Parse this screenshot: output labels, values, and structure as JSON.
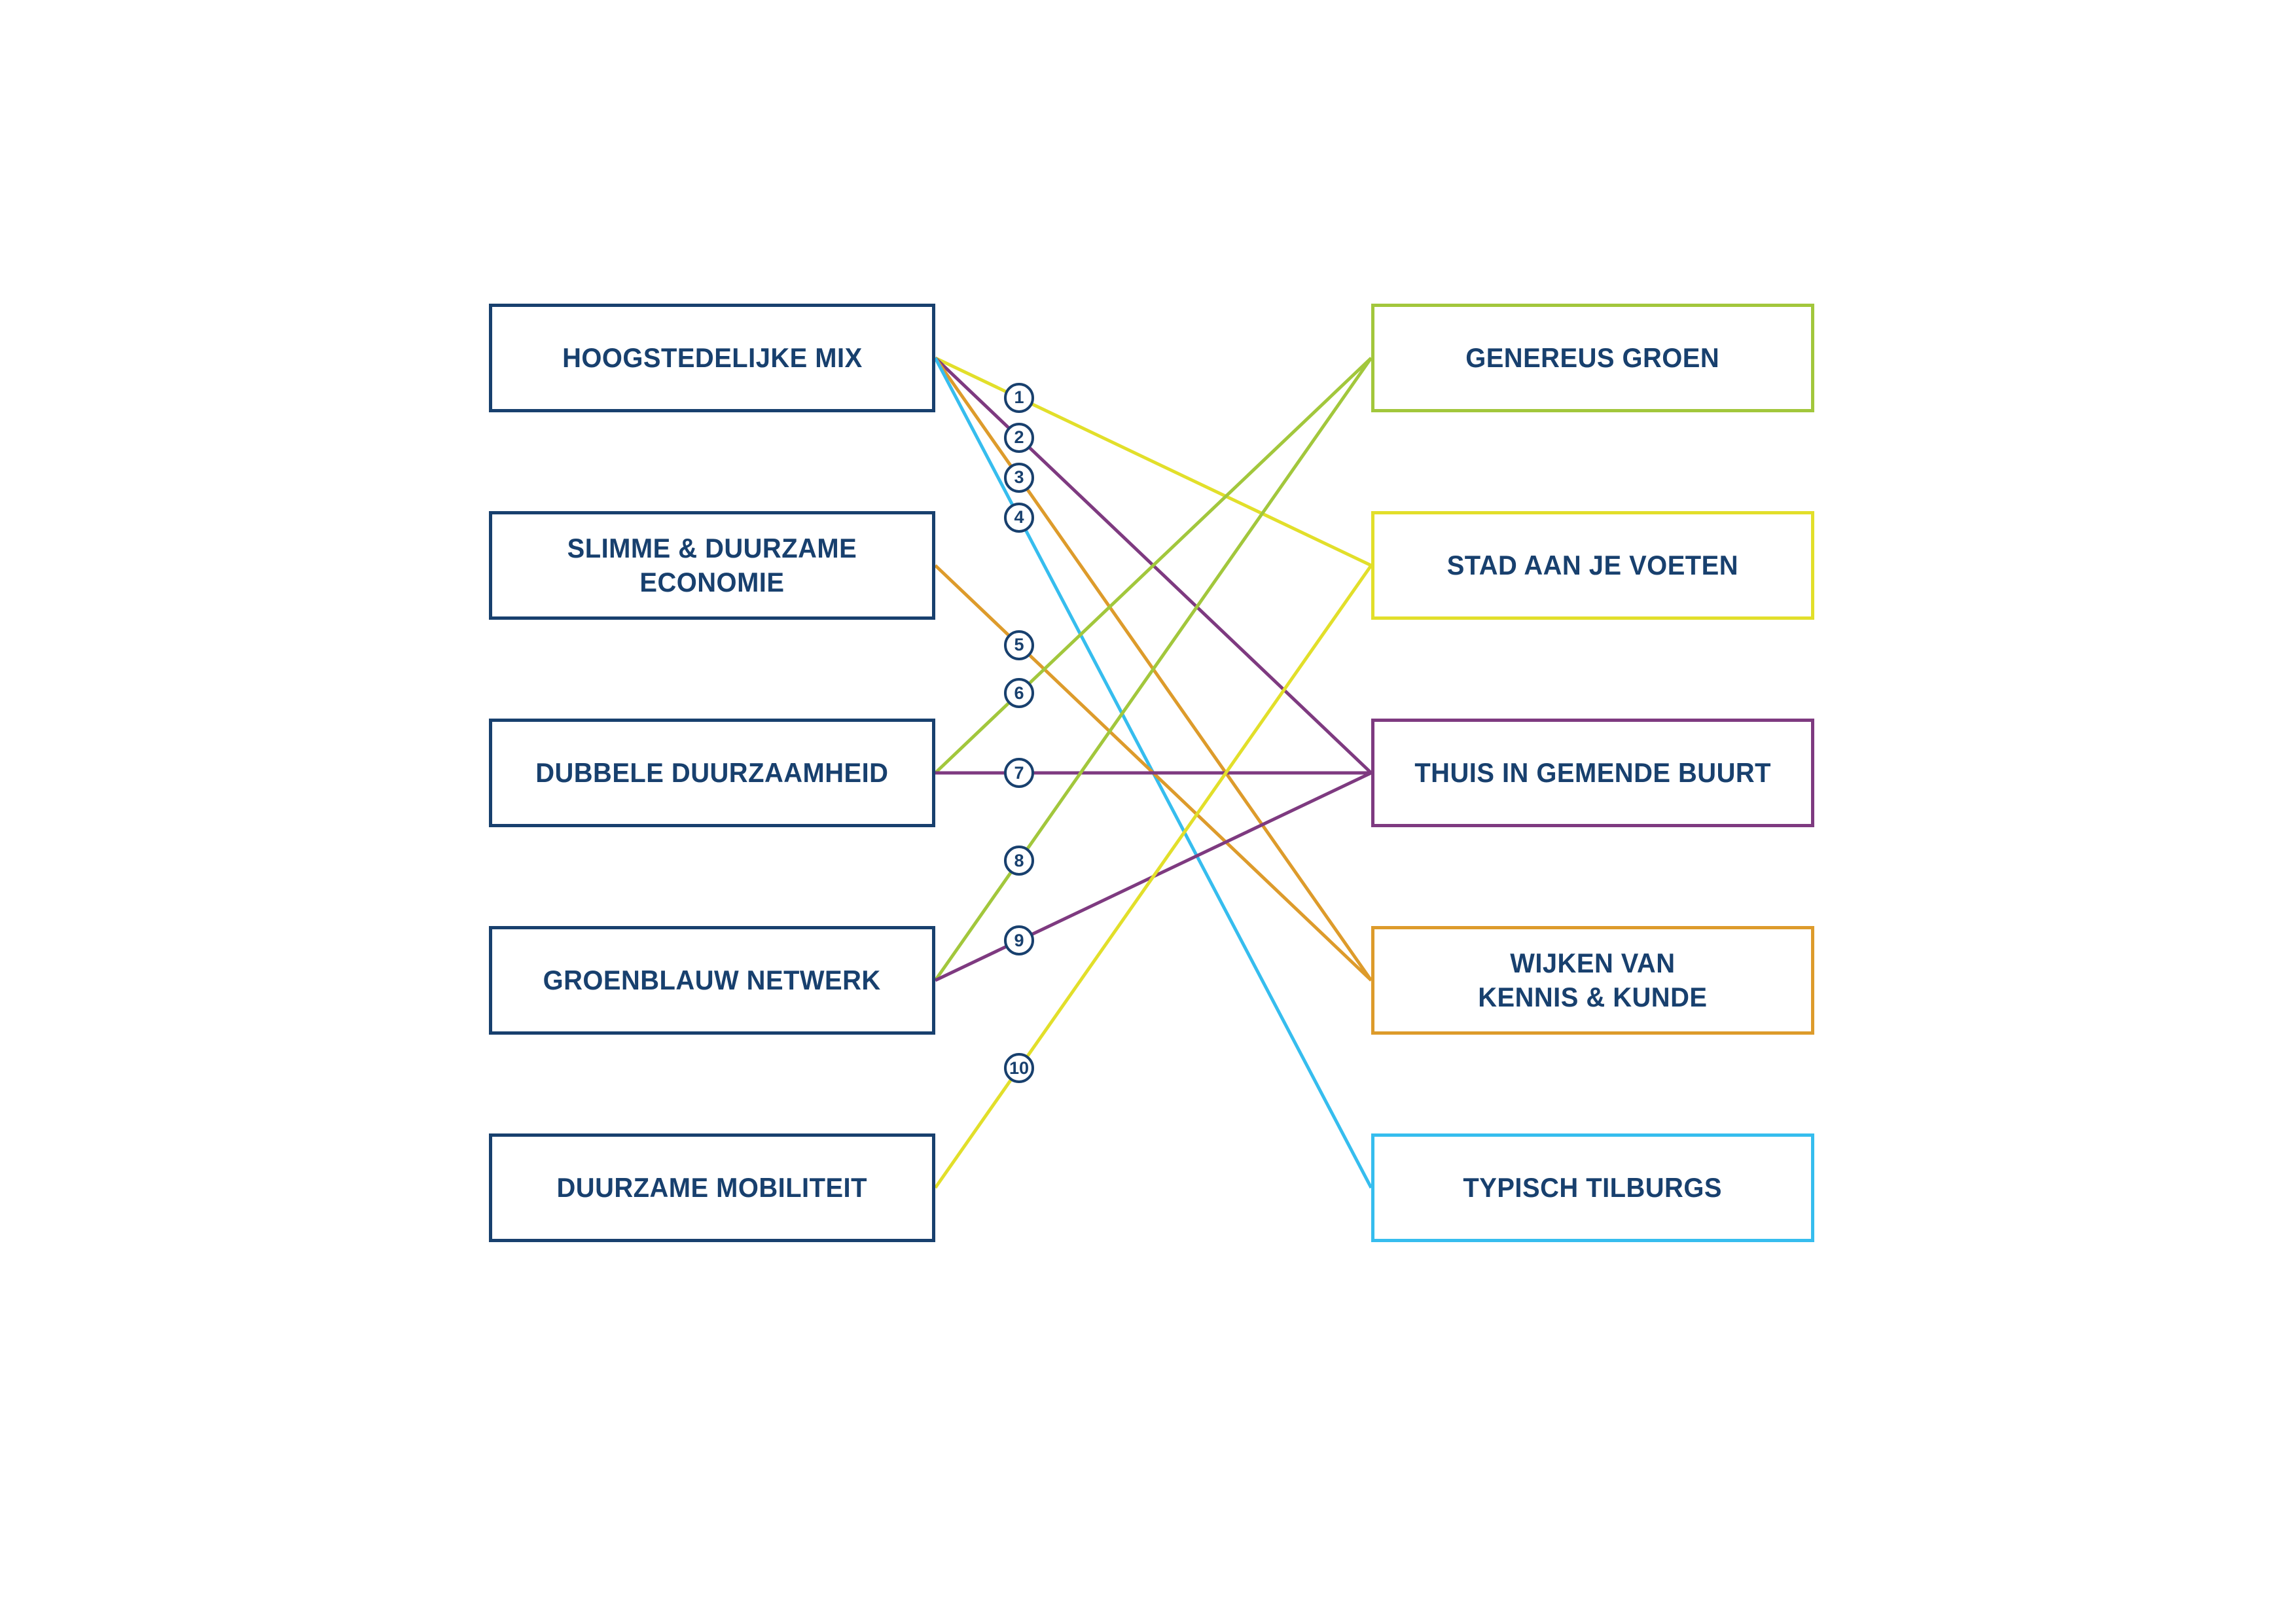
{
  "colors": {
    "navy": "#18406e",
    "yellow": "#e2df2a",
    "green": "#a2c73c",
    "purple": "#7e3a80",
    "orange": "#dd9b2b",
    "cyan": "#36bdee",
    "background": "#ffffff"
  },
  "left_column": {
    "items": [
      {
        "label": "HOOGSTEDELIJKE MIX"
      },
      {
        "label": "SLIMME & DUURZAME\nECONOMIE"
      },
      {
        "label": "DUBBELE DUURZAAMHEID"
      },
      {
        "label": "GROENBLAUW NETWERK"
      },
      {
        "label": "DUURZAME MOBILITEIT"
      }
    ]
  },
  "right_column": {
    "items": [
      {
        "label": "GENEREUS GROEN",
        "color": "green"
      },
      {
        "label": "STAD AAN JE VOETEN",
        "color": "yellow"
      },
      {
        "label": "THUIS IN GEMENDE BUURT",
        "color": "purple"
      },
      {
        "label": "WIJKEN VAN\nKENNIS & KUNDE",
        "color": "orange"
      },
      {
        "label": "TYPISCH TILBURGS",
        "color": "cyan"
      }
    ]
  },
  "connections": [
    {
      "number": "1",
      "from": 0,
      "to": 1,
      "color": "yellow"
    },
    {
      "number": "2",
      "from": 0,
      "to": 2,
      "color": "purple"
    },
    {
      "number": "3",
      "from": 0,
      "to": 3,
      "color": "orange"
    },
    {
      "number": "4",
      "from": 0,
      "to": 4,
      "color": "cyan"
    },
    {
      "number": "5",
      "from": 1,
      "to": 3,
      "color": "orange"
    },
    {
      "number": "6",
      "from": 2,
      "to": 0,
      "color": "green"
    },
    {
      "number": "7",
      "from": 2,
      "to": 2,
      "color": "purple"
    },
    {
      "number": "8",
      "from": 3,
      "to": 0,
      "color": "green"
    },
    {
      "number": "9",
      "from": 3,
      "to": 2,
      "color": "purple"
    },
    {
      "number": "10",
      "from": 4,
      "to": 1,
      "color": "yellow"
    }
  ]
}
